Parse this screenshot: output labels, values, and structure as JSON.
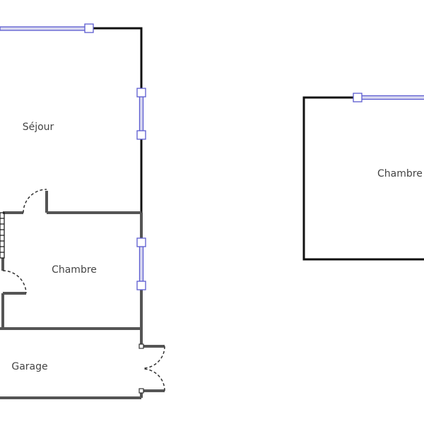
{
  "rooms": [
    {
      "label": "Séjour"
    },
    {
      "label": "Chambre"
    },
    {
      "label": "Garage"
    },
    {
      "label": "Chambre"
    }
  ],
  "colors": {
    "exterior_wall": "#111111",
    "interior_wall": "#555555",
    "window": "#5a5ad0",
    "door_swing": "#333333"
  }
}
